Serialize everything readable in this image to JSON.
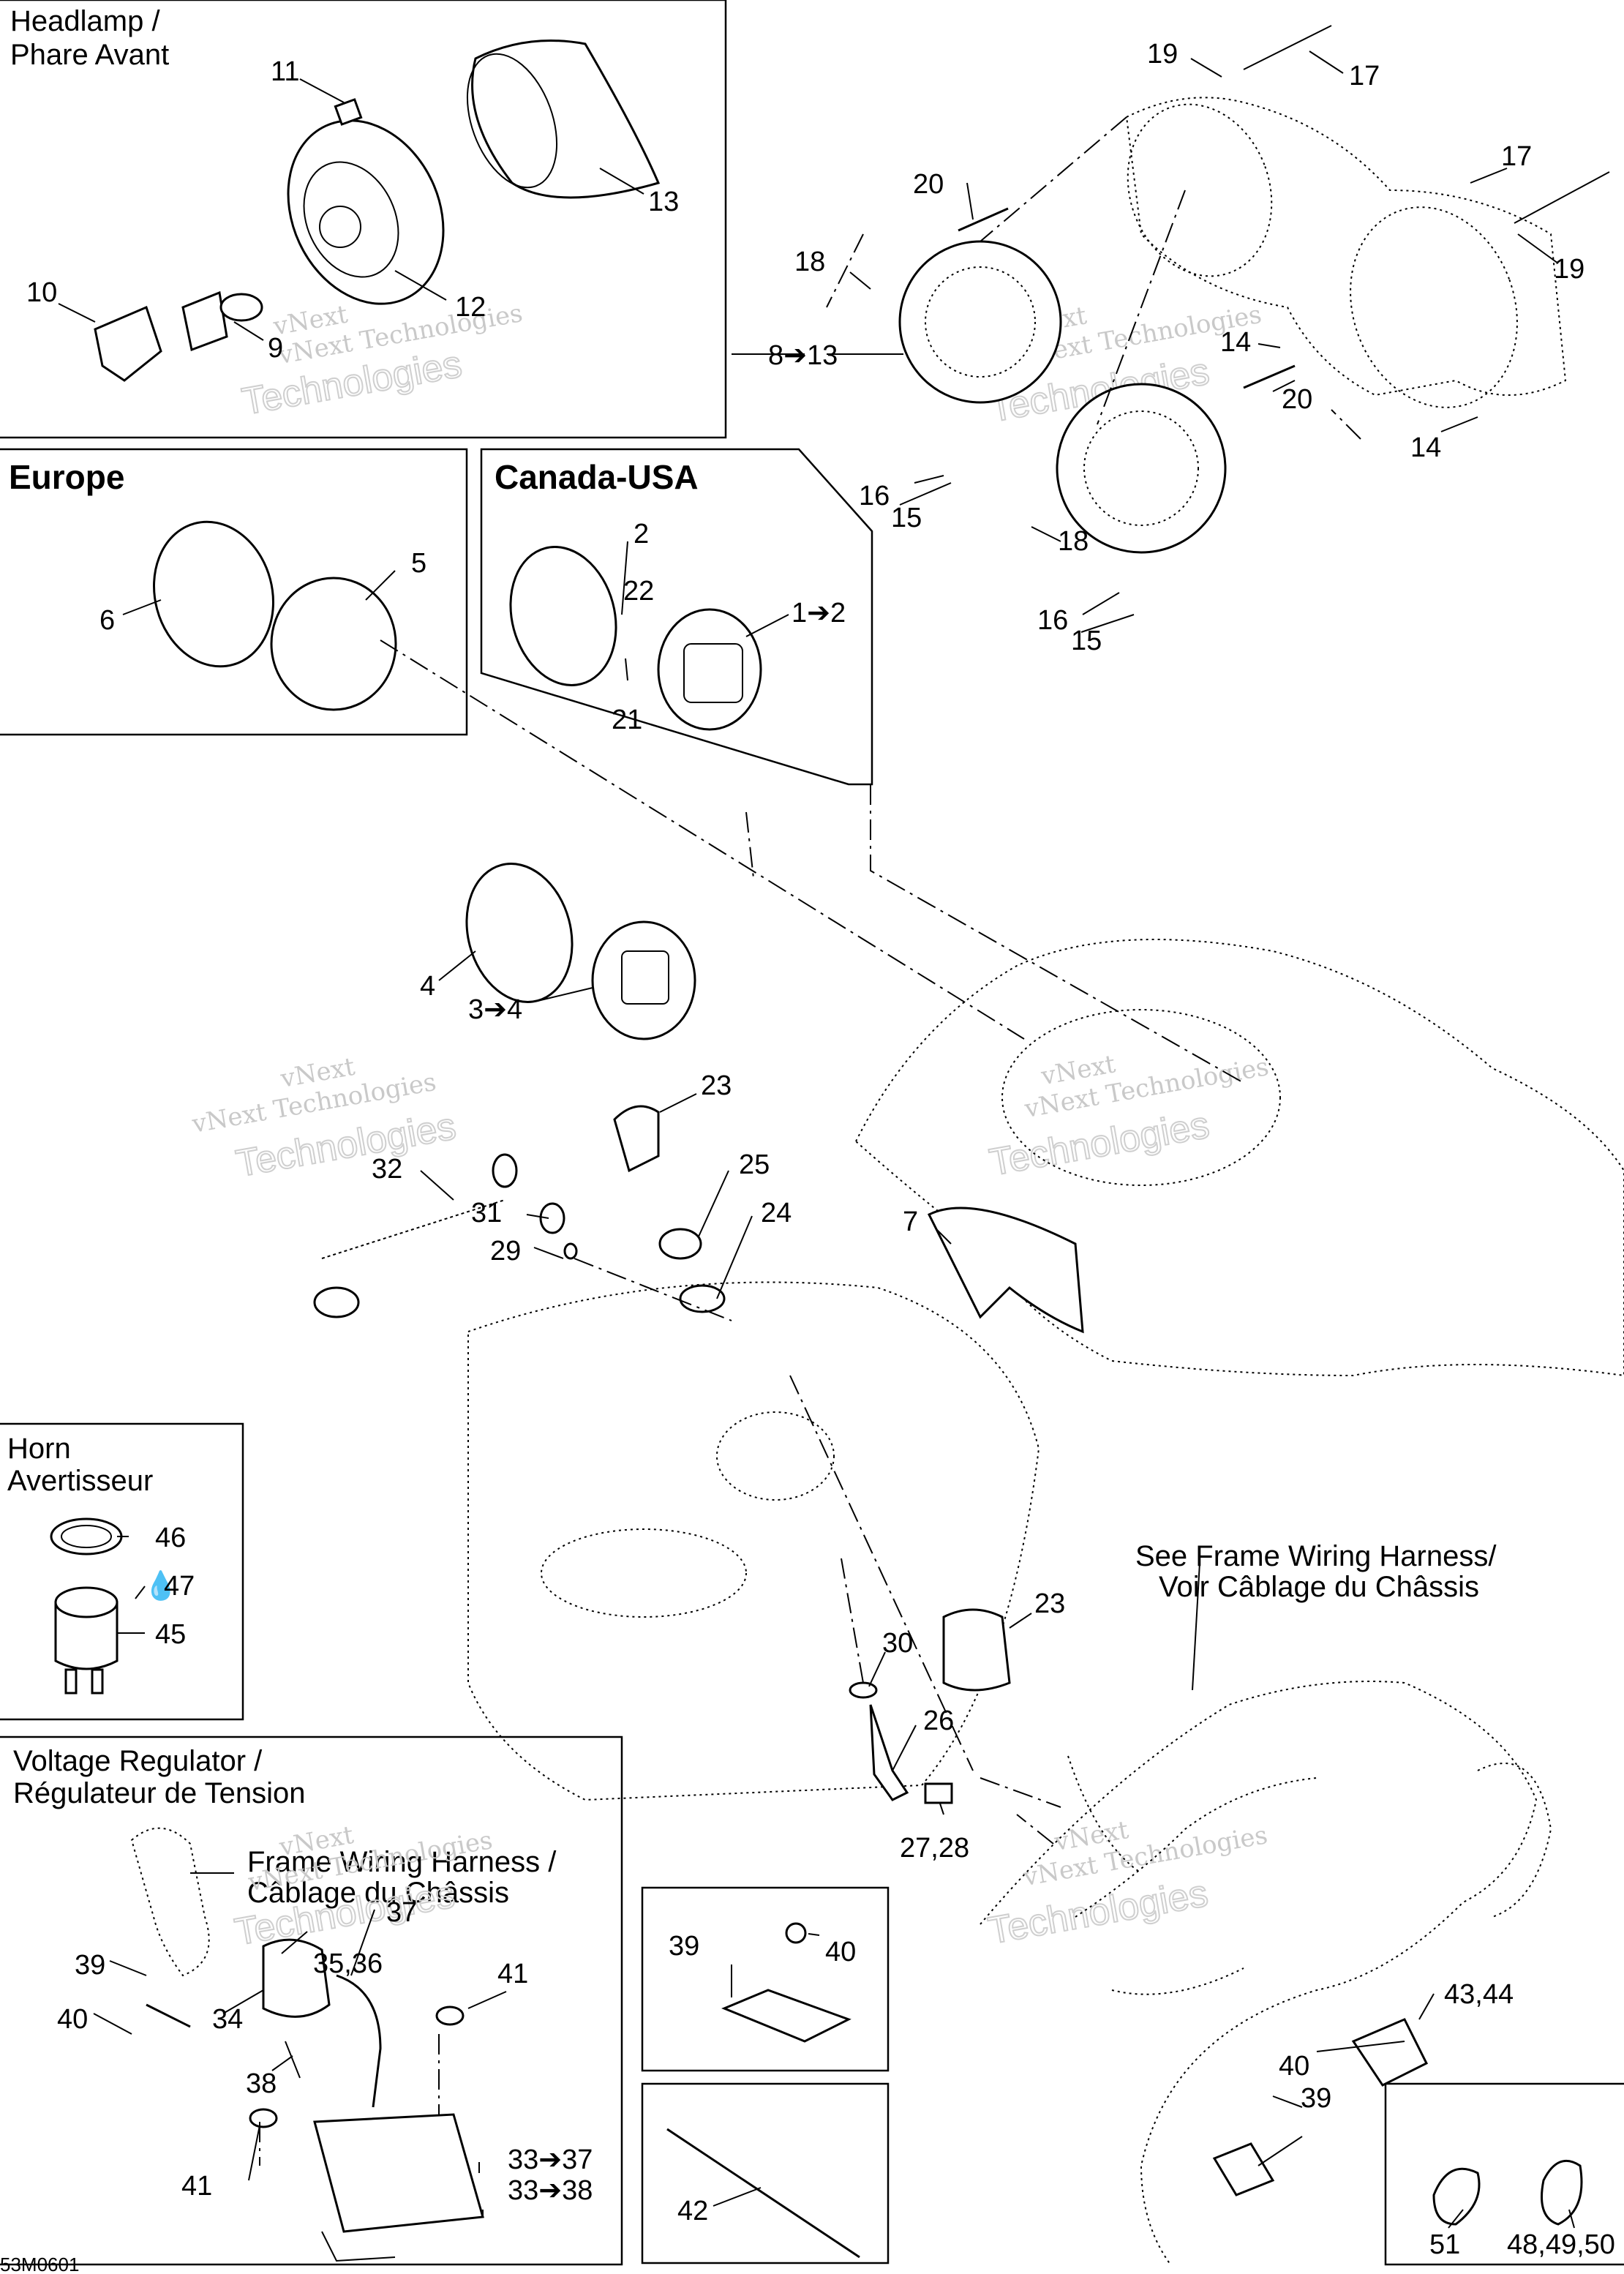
{
  "sections": {
    "headlamp": "Headlamp /\nPhare Avant",
    "europe": "Europe",
    "canada_usa": "Canada-USA",
    "horn": "Horn\nAvertisseur",
    "voltage_regulator": "Voltage Regulator /\nRégulateur de Tension",
    "frame_wiring_harness": "Frame Wiring Harness /\nCâblage du Châssis",
    "see_frame_wiring_harness": "See Frame Wiring Harness/\nVoir Câblage du Châssis"
  },
  "callouts": {
    "c1": "1➔2",
    "c2": "2",
    "c3": "3➔4",
    "c4": "4",
    "c5": "5",
    "c6": "6",
    "c7": "7",
    "c8": "8➔13",
    "c9": "9",
    "c10": "10",
    "c11": "11",
    "c12": "12",
    "c13": "13",
    "c14a": "14",
    "c14b": "14",
    "c15a": "15",
    "c15b": "15",
    "c16a": "16",
    "c16b": "16",
    "c17a": "17",
    "c17b": "17",
    "c18a": "18",
    "c18b": "18",
    "c19a": "19",
    "c19b": "19",
    "c20a": "20",
    "c20b": "20",
    "c21": "21",
    "c22": "22",
    "c23a": "23",
    "c23b": "23",
    "c24": "24",
    "c25": "25",
    "c26": "26",
    "c2728": "27,28",
    "c29": "29",
    "c30": "30",
    "c31": "31",
    "c32": "32",
    "c3337": "33➔37",
    "c3338": "33➔38",
    "c34": "34",
    "c3536": "35,36",
    "c37": "37",
    "c38": "38",
    "c39a": "39",
    "c39b": "39",
    "c39c": "39",
    "c40a": "40",
    "c40b": "40",
    "c40c": "40",
    "c41a": "41",
    "c41b": "41",
    "c42": "42",
    "c4344": "43,44",
    "c45": "45",
    "c46": "46",
    "c47": "47",
    "c484950": "48,49,50",
    "c51": "51"
  },
  "watermark": {
    "line1": "vNext Technologies",
    "line2": "vNext",
    "line3": "Technologies"
  },
  "diagram_code": "53M0601"
}
